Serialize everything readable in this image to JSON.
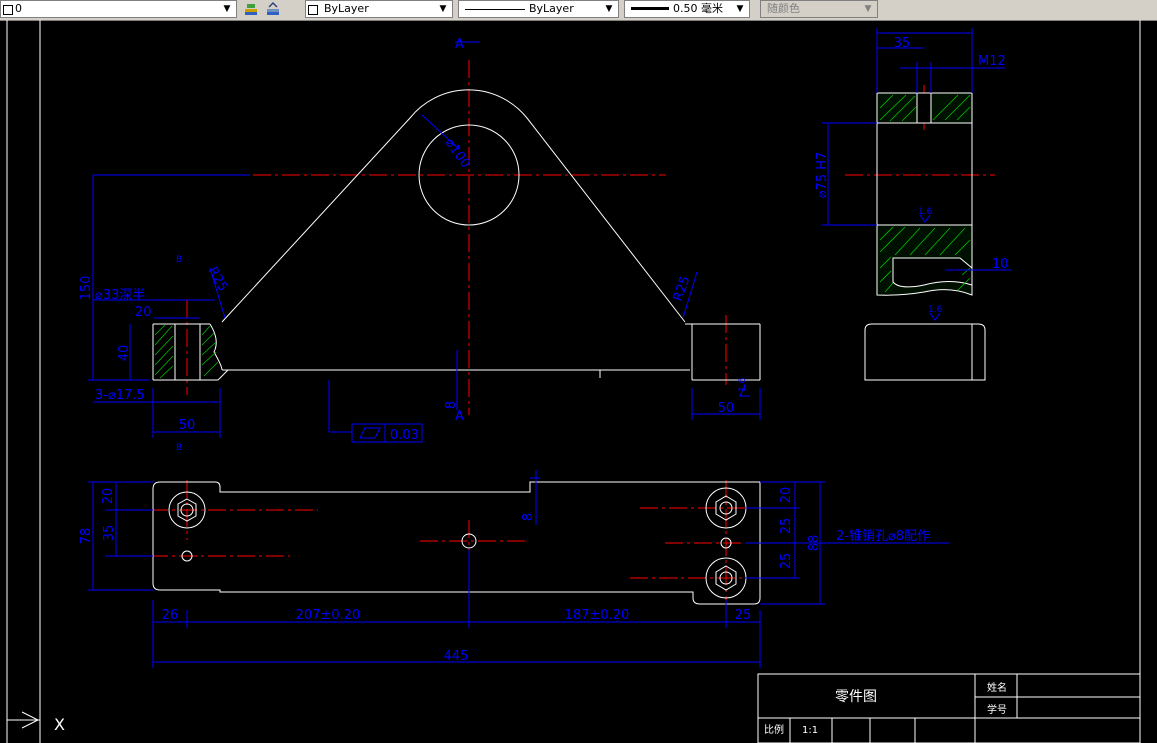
{
  "toolbar": {
    "layer_value": "0",
    "color_value": "ByLayer",
    "linetype_value": "ByLayer",
    "lineweight_value": "0.50 毫米",
    "plotstyle_value": "随颜色"
  },
  "icons": [
    "layer-icon",
    "layer-previous-icon",
    "dropdown-arrow-icon",
    "ucs-icon"
  ],
  "colors": {
    "background": "#000000",
    "dimension": "#0000ff",
    "centerline": "#ff0000",
    "object": "#ffffff",
    "hatch": "#00ff00"
  },
  "drawing": {
    "section_label_top": "A",
    "section_label_bottom": "A",
    "dims_front": {
      "d150": "150",
      "d33": "⌀33深半",
      "d20": "20",
      "d40": "40",
      "d17_5": "3-⌀17.5",
      "d50_left": "50",
      "d50_right": "50",
      "r25_left": "R25",
      "r25_right": "R25",
      "d8": "8",
      "flatness": "0.03",
      "circle_dia": "⌀100",
      "b_top": "B",
      "b_bottom": "B",
      "d1_6": "1.6"
    },
    "dims_side": {
      "d35": "35",
      "m12": "M12",
      "d75": "⌀75 H7",
      "d10": "10",
      "rough1": "1.6",
      "rough2": "1.6"
    },
    "dims_bottom": {
      "d20a": "20",
      "d35": "35",
      "d78": "78",
      "d8": "8",
      "d20b": "20",
      "d25a": "25",
      "d25b": "25",
      "d88": "88",
      "note_pins": "2-锥销孔⌀8配作",
      "d26": "26",
      "d207": "207±0.20",
      "d187": "187±0.20",
      "d25c": "25",
      "d445": "445"
    },
    "title_block": {
      "name": "零件图",
      "label_name": "姓名",
      "label_id": "学号",
      "label_scale": "比例",
      "scale_value": "1:1"
    },
    "ucs": {
      "x_label": "X"
    }
  }
}
